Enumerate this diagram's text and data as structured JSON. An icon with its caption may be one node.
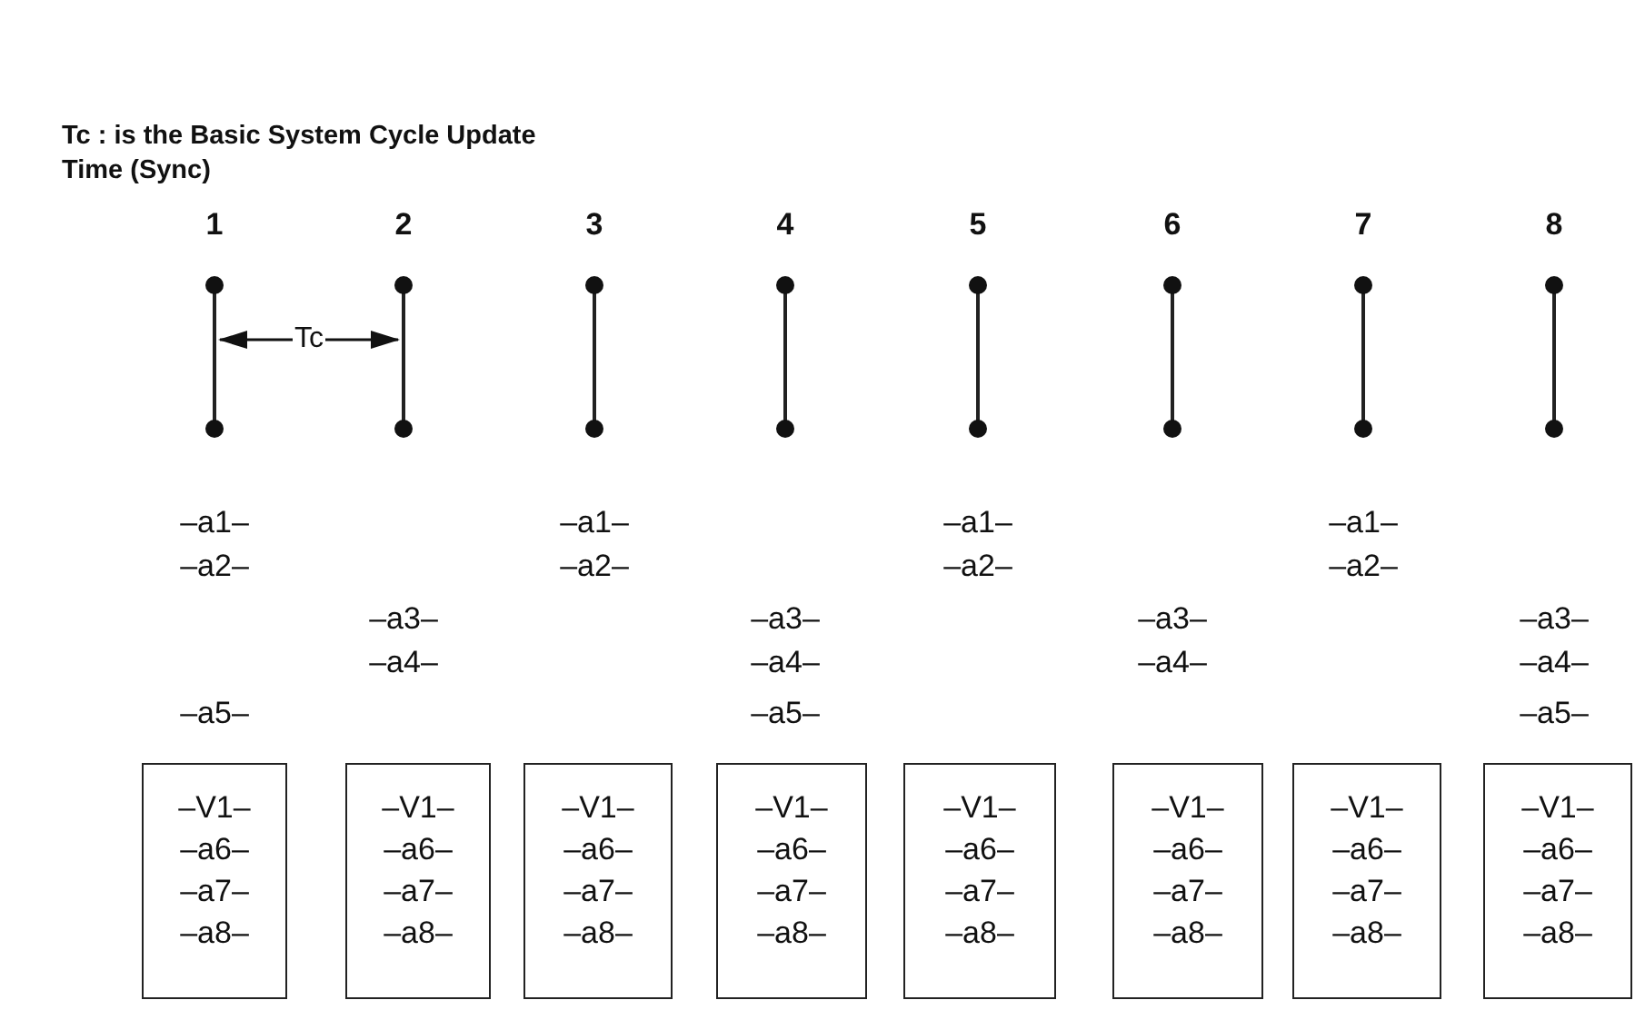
{
  "diagram": {
    "title": "Tc : is the Basic System Cycle Update Time (Sync)",
    "nodes": [
      {
        "text": [
          "–V1–",
          "–a6–",
          "–a7–",
          "–a8–"
        ]
      },
      {
        "text": [
          "–V1–",
          "–a6–",
          "–a7–",
          "–a8–"
        ]
      },
      {
        "text": [
          "–V1–",
          "–a6–",
          "–a7–",
          "–a8–"
        ]
      },
      {
        "text": [
          "–V1–",
          "–a6–",
          "–a7–",
          "–a8–"
        ]
      },
      {
        "text": [
          "–V1–",
          "–a6–",
          "–a7–",
          "–a8–"
        ]
      },
      {
        "text": [
          "–V1–",
          "–a6–",
          "–a7–",
          "–a8–"
        ]
      },
      {
        "text": [
          "–V1–",
          "–a6–",
          "–a7–",
          "–a8–"
        ]
      },
      {
        "text": [
          "–V1–",
          "–a6–",
          "–a7–",
          "–a8–"
        ]
      }
    ],
    "labels": [
      "1",
      "2",
      "3",
      "4",
      "5",
      "6",
      "7",
      "8",
      "Tc",
      "–a1–",
      "–a1–",
      "–a1–",
      "–a1–",
      "–a2–",
      "–a2–",
      "–a2–",
      "–a2–",
      "–a3–",
      "–a3–",
      "–a3–",
      "–a3–",
      "–a4–",
      "–a4–",
      "–a4–",
      "–a4–",
      "–a5–",
      "–a5–",
      "–a5–"
    ]
  }
}
